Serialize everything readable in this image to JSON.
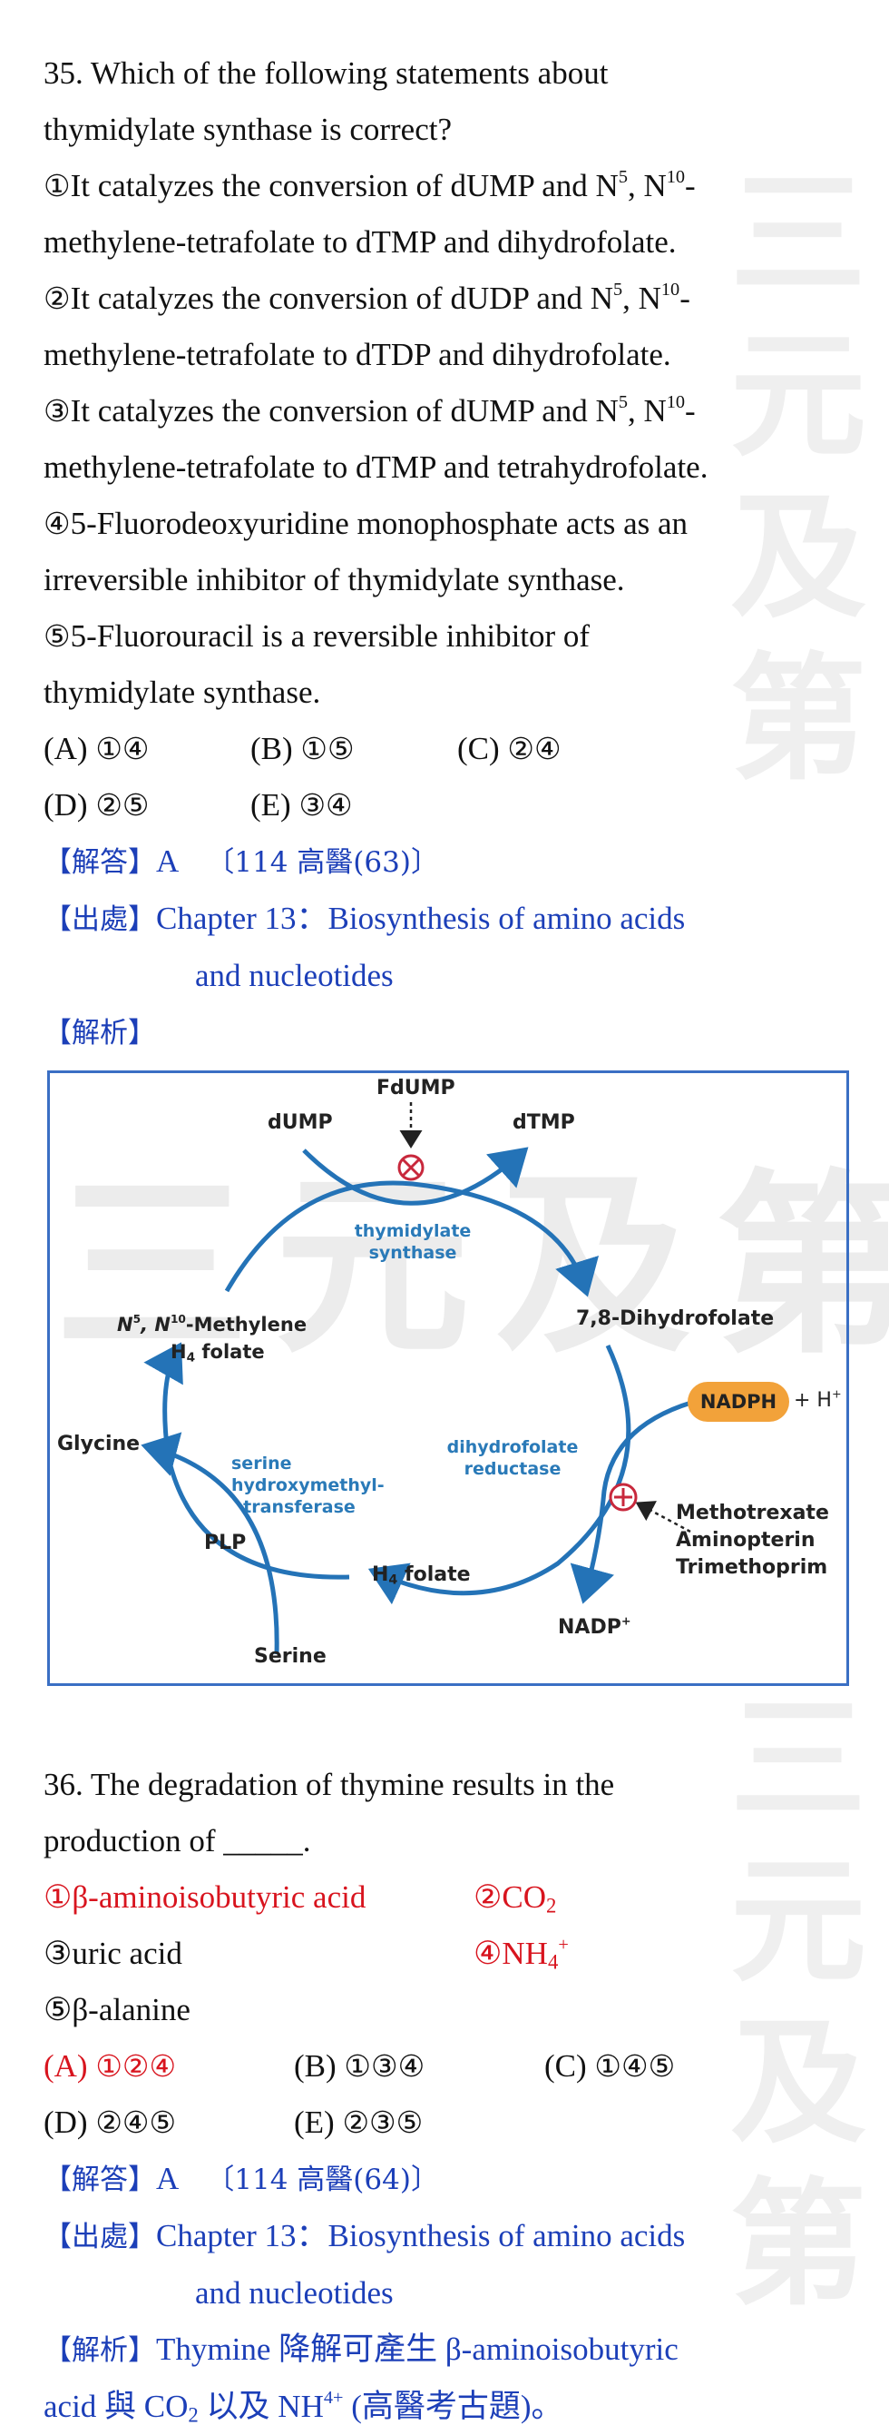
{
  "watermark": {
    "text": "三元及第",
    "vertical_text": "三元及第"
  },
  "q35": {
    "stem1": "35. Which of the following statements about",
    "stem2": "thymidylate synthase is correct?",
    "s1": {
      "mark": "①",
      "l1a": "It catalyzes the conversion of dUMP and N",
      "sup1": "5",
      "l1b": ", N",
      "sup2": "10",
      "l1c": "-",
      "l2": "methylene-tetrafolate to dTMP and dihydrofolate."
    },
    "s2": {
      "mark": "②",
      "l1a": "It catalyzes the conversion of dUDP and N",
      "sup1": "5",
      "l1b": ", N",
      "sup2": "10",
      "l1c": "-",
      "l2": "methylene-tetrafolate to dTDP and dihydrofolate."
    },
    "s3": {
      "mark": "③",
      "l1a": "It catalyzes the conversion of dUMP and N",
      "sup1": "5",
      "l1b": ", N",
      "sup2": "10",
      "l1c": "-",
      "l2": "methylene-tetrafolate to dTMP and tetrahydrofolate."
    },
    "s4": {
      "mark": "④",
      "l1": "5-Fluorodeoxyuridine monophosphate acts as an",
      "l2": "irreversible inhibitor of thymidylate synthase."
    },
    "s5": {
      "mark": "⑤",
      "l1": "5-Fluorouracil is a reversible inhibitor of",
      "l2": "thymidylate synthase."
    },
    "options": [
      {
        "label": "(A)",
        "marks": "①④"
      },
      {
        "label": "(B)",
        "marks": "①⑤"
      },
      {
        "label": "(C)",
        "marks": "②④"
      },
      {
        "label": "(D)",
        "marks": "②⑤"
      },
      {
        "label": "(E)",
        "marks": "③④"
      }
    ],
    "answer_tag": "【解答】",
    "answer": "A",
    "answer_source": "〔114 高醫(63)〕",
    "source_tag": "【出處】",
    "source_l1": "Chapter 13：Biosynthesis of amino acids",
    "source_l2": "and nucleotides",
    "analysis_tag": "【解析】"
  },
  "figure": {
    "fdump": "FdUMP",
    "dump": "dUMP",
    "dtmp": "dTMP",
    "ts_enzyme_l1": "thymidylate",
    "ts_enzyme_l2": "synthase",
    "methylene_a": "N",
    "methylene_sup1": "5",
    "methylene_b": ", N",
    "methylene_sup2": "10",
    "methylene_c": "-Methylene",
    "h4folate_top_a": "H",
    "h4folate_top_sub": "4",
    "h4folate_top_b": " folate",
    "dihydrofolate": "7,8-Dihydrofolate",
    "nadph": "NADPH",
    "hplus_a": "+ H",
    "hplus_sup": "+",
    "glycine": "Glycine",
    "shmt_l1": "serine",
    "shmt_l2": "hydroxymethyl-",
    "shmt_l3": "transferase",
    "dhfr_l1": "dihydrofolate",
    "dhfr_l2": "reductase",
    "methotrexate": "Methotrexate",
    "aminopterin": "Aminopterin",
    "trimethoprim": "Trimethoprim",
    "plp": "PLP",
    "h4folate_bottom_a": "H",
    "h4folate_bottom_sub": "4",
    "h4folate_bottom_b": " folate",
    "nadp_a": "NADP",
    "nadp_sup": "+",
    "serine": "Serine",
    "colors": {
      "arrow": "#2473b7",
      "enzyme_text": "#2a7ab8",
      "inhibitor": "#c8283c",
      "nadph_fill": "#f2a23a",
      "border": "#3a6fc4"
    }
  },
  "q36": {
    "stem1": "36. The degradation of thymine results in the",
    "stem2": "production of _____.",
    "i1": "①β-aminoisobutyric acid",
    "i2_a": "②CO",
    "i2_sub": "2",
    "i3": "③uric acid",
    "i4_a": "④NH",
    "i4_sub": "4",
    "i4_sup": "+",
    "i5": "⑤β-alanine",
    "options": [
      {
        "label": "(A)",
        "marks": "①②④",
        "correct": true
      },
      {
        "label": "(B)",
        "marks": "①③④"
      },
      {
        "label": "(C)",
        "marks": "①④⑤"
      },
      {
        "label": "(D)",
        "marks": "②④⑤"
      },
      {
        "label": "(E)",
        "marks": "②③⑤"
      }
    ],
    "answer_tag": "【解答】",
    "answer": "A",
    "answer_source": "〔114 高醫(64)〕",
    "source_tag": "【出處】",
    "source_l1": "Chapter 13：Biosynthesis of amino acids",
    "source_l2": "and nucleotides",
    "analysis_tag": "【解析】",
    "analysis_l1": "Thymine 降解可產生 β-aminoisobutyric",
    "analysis_l2a": "acid  與 CO",
    "analysis_l2_sub": "2",
    "analysis_l2b": " 以及 NH",
    "analysis_l2_sup": "4+",
    "analysis_l2c": " (高醫考古題)。"
  },
  "colors": {
    "answer_blue": "#1c3fb8",
    "highlight_red": "#d8141e"
  }
}
